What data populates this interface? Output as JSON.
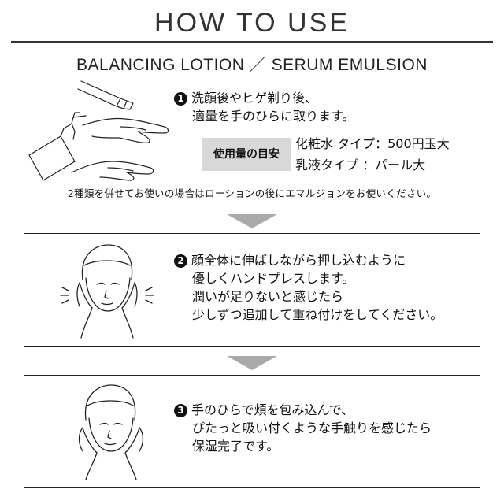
{
  "header": {
    "title": "HOW TO USE",
    "subtitle": "BALANCING LOTION ／ SERUM EMULSION"
  },
  "step1": {
    "number": "1",
    "lines": [
      "洗顔後やヒゲ剃り後、",
      "適量を手のひらに取ります。"
    ],
    "guide_label": "使用量の目安",
    "guide_lines": [
      "化粧水 タイプ：500円玉大",
      "乳液タイプ ：パール大"
    ],
    "note": "2種類を併せてお使いの場合はローションの後にエマルジョンをお使いください。"
  },
  "step2": {
    "number": "2",
    "lines": [
      "顔全体に伸ばしながら押し込むように",
      "優しくハンドプレスします。",
      "潤いが足りないと感じたら",
      "少しずつ追加して重ね付けをしてください。"
    ]
  },
  "step3": {
    "number": "3",
    "lines": [
      "手のひらで頬を包み込んで、",
      "ぴたっと吸い付くような手触りを感じたら",
      "保湿完了です。"
    ]
  },
  "colors": {
    "arrow": "#aaaaaa",
    "guide_bg": "#d8d8d8",
    "border": "#222222"
  }
}
